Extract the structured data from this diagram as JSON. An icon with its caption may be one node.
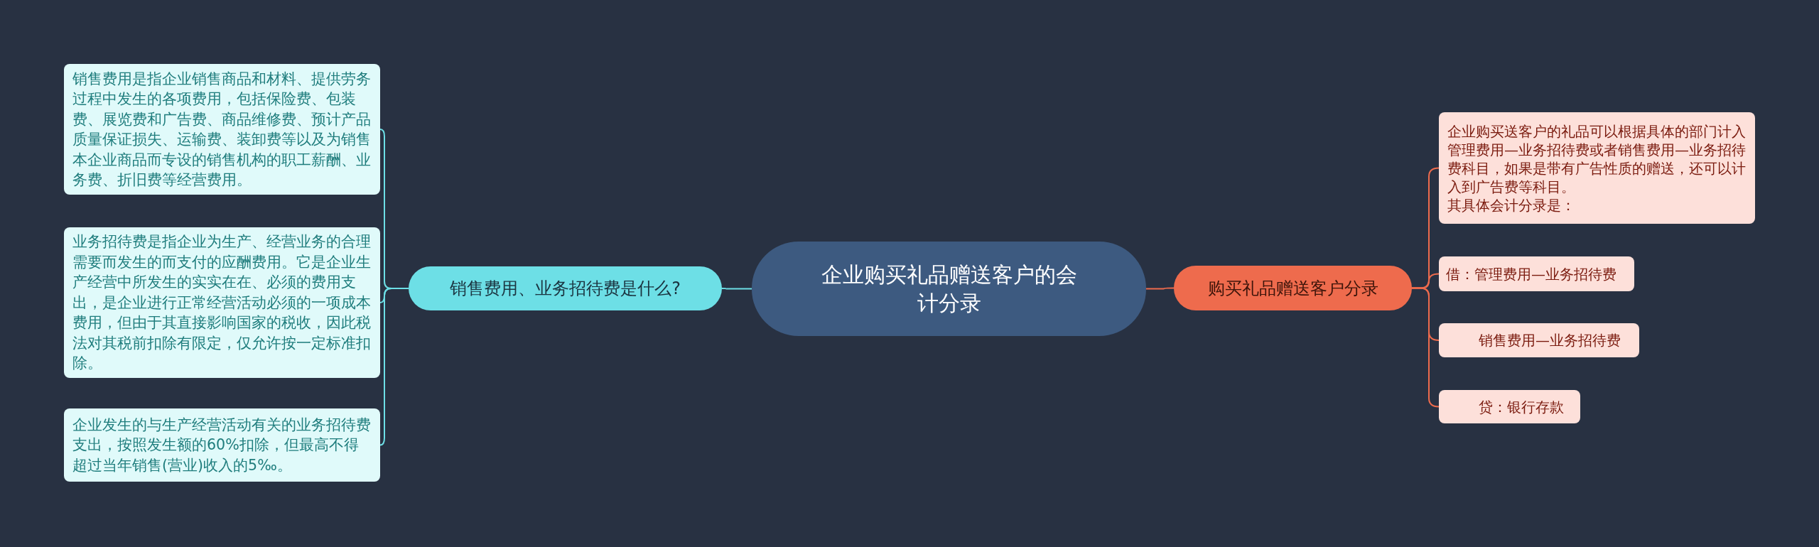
{
  "diagram": {
    "nodes": [
      {
        "text": [
          "企业购买礼品赠送客户的会计分录"
        ]
      },
      {
        "text": [
          "销售费用、业务招待费是什么?"
        ]
      },
      {
        "text": [
          "销售费用是指企业销售商品和材料、提供劳务过程中发生的各项费用，包括保险费、包装费、展览费和广告费、商品维修费、预计产品质量保证损失、运输费、装卸费等以及为销售本企业商品而专设的销售机构的职工薪酬、业务费、折旧费等经营费用。"
        ]
      },
      {
        "text": [
          "业务招待费是指企业为生产、经营业务的合理需要而发生的而支付的应酬费用。它是企业生产经营中所发生的实实在在、必须的费用支出，是企业进行正常经营活动必须的一项成本费用，但由于其直接影响国家的税收，因此税法对其税前扣除有限定，仅允许按一定标准扣除。"
        ]
      },
      {
        "text": [
          "企业发生的与生产经营活动有关的业务招待费支出，按照发生额的60%扣除，但最高不得超过当年销售(营业)收入的5‰。"
        ]
      },
      {
        "text": [
          "购买礼品赠送客户分录"
        ]
      },
      {
        "text": [
          "企业购买送客户的礼品可以根据具体的部门计入管理费用—业务招待费或者销售费用—业务招待费科目，如果是带有广告性质的赠送，还可以计入到广告费等科目。",
          "其具体会计分录是："
        ]
      },
      {
        "text": [
          "借：管理费用—业务招待费"
        ]
      },
      {
        "text": [
          "销售费用—业务招待费"
        ]
      },
      {
        "text": [
          "贷：银行存款"
        ]
      }
    ],
    "edges": [
      {
        "from": 0,
        "to": 1,
        "arrow": "none",
        "color": "#6ddfe6"
      },
      {
        "from": 1,
        "to": 2,
        "arrow": "none",
        "color": "#6ddfe6"
      },
      {
        "from": 1,
        "to": 3,
        "arrow": "none",
        "color": "#6ddfe6"
      },
      {
        "from": 1,
        "to": 4,
        "arrow": "none",
        "color": "#6ddfe6"
      },
      {
        "from": 0,
        "to": 5,
        "arrow": "none"
      },
      {
        "from": 5,
        "to": 6,
        "arrow": "none"
      },
      {
        "from": 5,
        "to": 7,
        "arrow": "none"
      },
      {
        "from": 5,
        "to": 8,
        "arrow": "none"
      },
      {
        "from": 5,
        "to": 9,
        "arrow": "none"
      }
    ]
  }
}
